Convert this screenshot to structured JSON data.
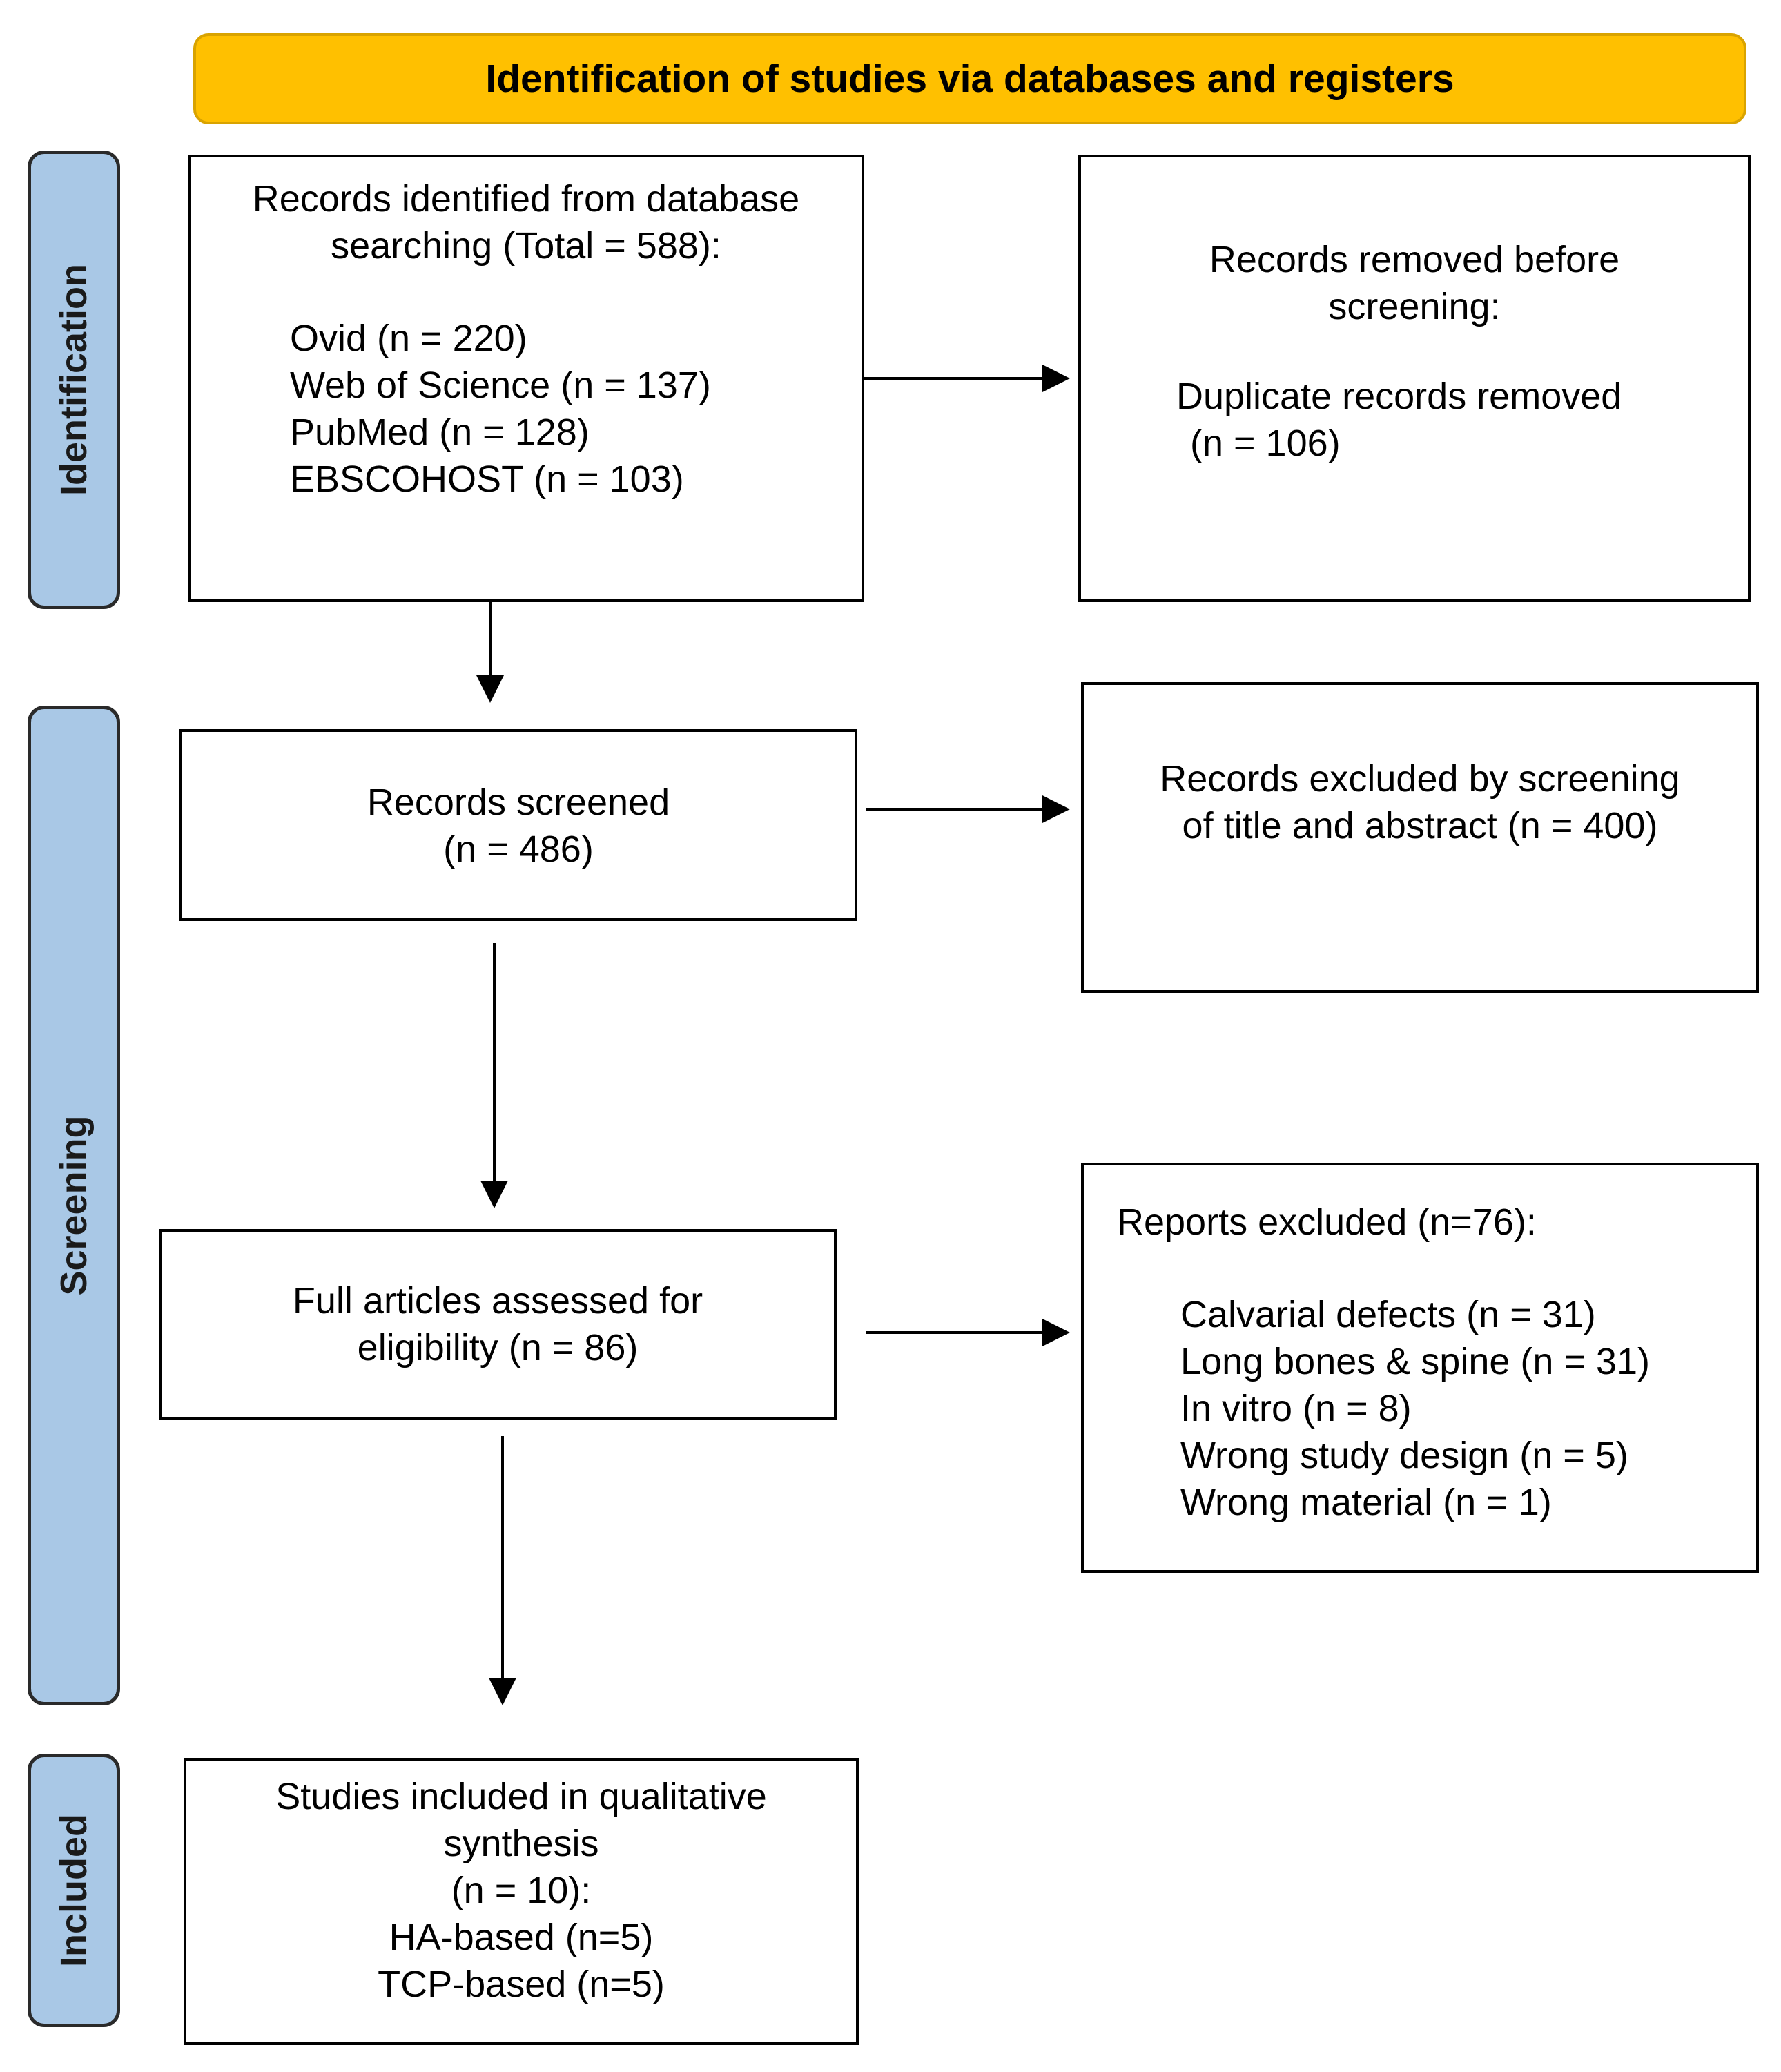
{
  "banner": {
    "title": "Identification of studies via databases and registers"
  },
  "phases": {
    "identification": "Identification",
    "screening": "Screening",
    "included": "Included"
  },
  "identified": {
    "title_line1": "Records identified from database",
    "title_line2": "searching (Total = 588):",
    "sources": [
      "Ovid (n = 220)",
      "Web of Science (n = 137)",
      "PubMed (n = 128)",
      "EBSCOHOST (n = 103)"
    ]
  },
  "removed": {
    "line1": "Records removed before",
    "line2": "screening:",
    "line3": "Duplicate records removed",
    "line4": "(n = 106)"
  },
  "screened": {
    "line1": "Records screened",
    "line2": "(n = 486)"
  },
  "excluded_screening": {
    "line1": "Records excluded by screening",
    "line2": "of title and abstract (n = 400)"
  },
  "full_articles": {
    "line1": "Full articles assessed for",
    "line2": "eligibility (n = 86)"
  },
  "reports_excluded": {
    "title": "Reports excluded (n=76):",
    "reasons": [
      "Calvarial defects (n = 31)",
      "Long bones & spine (n = 31)",
      "In vitro (n = 8)",
      "Wrong study design (n = 5)",
      "Wrong material (n = 1)"
    ]
  },
  "included": {
    "line1": "Studies included in qualitative",
    "line2": "synthesis",
    "line3": "(n = 10):",
    "line4": "HA-based (n=5)",
    "line5": "TCP-based (n=5)"
  },
  "colors": {
    "banner": "#ffc000",
    "phase": "#a9c8e6",
    "stroke": "#000000"
  }
}
